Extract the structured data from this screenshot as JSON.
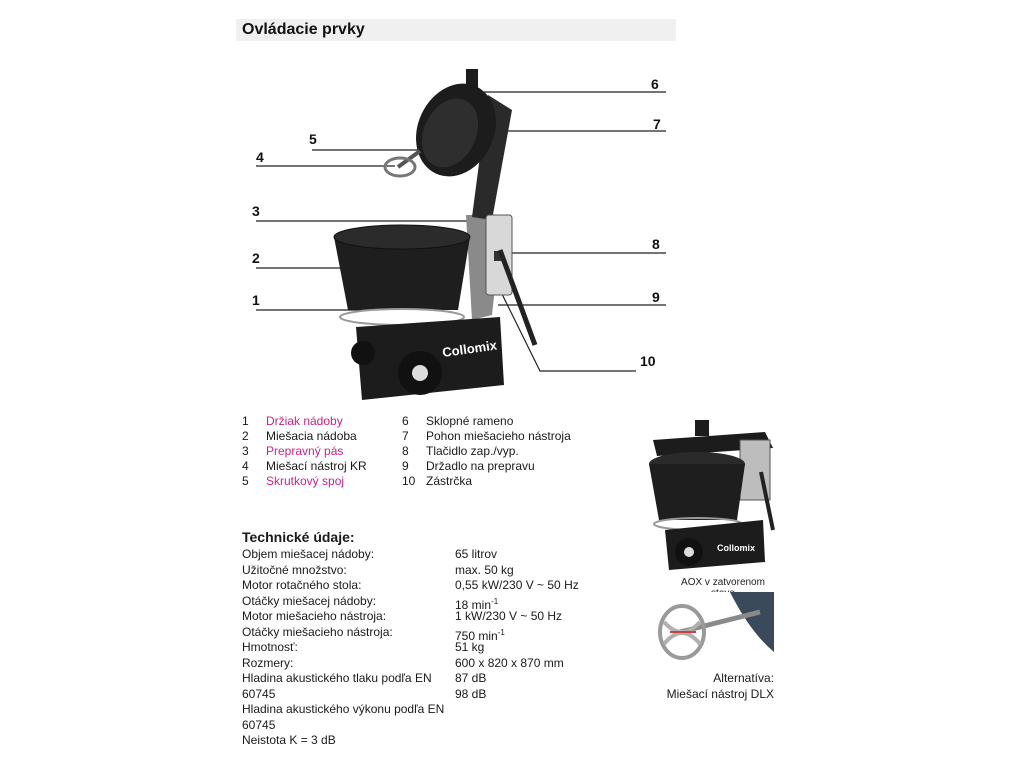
{
  "header": {
    "title": "Ovládacie prvky"
  },
  "callouts": [
    "1",
    "2",
    "3",
    "4",
    "5",
    "6",
    "7",
    "8",
    "9",
    "10"
  ],
  "machine": {
    "brand": "Collomix"
  },
  "legend": [
    {
      "num": "1",
      "label": "Držiak nádoby",
      "highlight": true
    },
    {
      "num": "2",
      "label": "Miešacia nádoba",
      "highlight": false
    },
    {
      "num": "3",
      "label": "Prepravný pás",
      "highlight": true
    },
    {
      "num": "4",
      "label": "Miešací nástroj KR",
      "highlight": false
    },
    {
      "num": "5",
      "label": "Skrutkový spoj",
      "highlight": true
    },
    {
      "num": "6",
      "label": "Sklopné rameno",
      "highlight": false
    },
    {
      "num": "7",
      "label": "Pohon miešacieho nástroja",
      "highlight": false
    },
    {
      "num": "8",
      "label": "Tlačidlo zap./vyp.",
      "highlight": false
    },
    {
      "num": "9",
      "label": "Držadlo na prepravu",
      "highlight": false
    },
    {
      "num": "10",
      "label": "Zástrčka",
      "highlight": false
    }
  ],
  "tech": {
    "title": "Technické údaje:",
    "labels": [
      "Objem miešacej nádoby:",
      "Užitočné množstvo:",
      "Motor rotačného stola:",
      "Otáčky miešacej nádoby:",
      "Motor miešacieho nástroja:",
      "Otáčky miešacieho nástroja:",
      "Hmotnosť:",
      "Rozmery:",
      "Hladina akustického tlaku podľa EN",
      "60745",
      "Hladina akustického výkonu podľa EN",
      "60745",
      "Neistota K = 3 dB"
    ],
    "values": [
      "65 litrov",
      "max. 50 kg",
      "0,55 kW/230 V ~ 50 Hz",
      "18 min",
      "1 kW/230 V ~ 50 Hz",
      "750 min",
      "51 kg",
      "600 x 820 x 870 mm",
      "87 dB",
      "98 dB"
    ],
    "superscript": "-1"
  },
  "side": {
    "caption": "AOX v zatvorenom stave",
    "alt_line1": "Alternatíva:",
    "alt_line2": "Miešací nástroj DLX"
  },
  "colors": {
    "accent_pink": "#cc1f8a",
    "header_bg": "#f0f0f0",
    "machine": "#1c1c1c"
  }
}
